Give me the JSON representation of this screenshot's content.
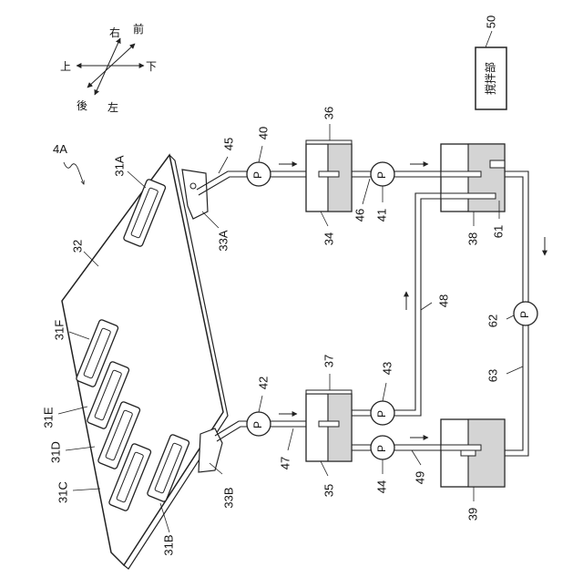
{
  "figure_label": "4A",
  "directions": {
    "up": "上",
    "down": "下",
    "right": "右",
    "left": "左",
    "front": "前",
    "back": "後"
  },
  "stirrer_box": {
    "text": "撹拌部",
    "ref": "50"
  },
  "pump_letter": "P",
  "refs": {
    "head_31A": "31A",
    "head_31B": "31B",
    "head_31C": "31C",
    "head_31D": "31D",
    "head_31E": "31E",
    "head_31F": "31F",
    "carriage": "32",
    "sub_tank_33A": "33A",
    "sub_tank_33B": "33B",
    "tank_34": "34",
    "tank_35": "35",
    "tank_36": "36",
    "tank_37": "37",
    "tank_38": "38",
    "tank_39": "39",
    "pump_40": "40",
    "pump_41": "41",
    "pump_42": "42",
    "pump_43": "43",
    "pump_44": "44",
    "tube_45": "45",
    "tube_46": "46",
    "tube_47": "47",
    "tube_48": "48",
    "tube_49": "49",
    "tube_61": "61",
    "pump_62": "62",
    "tube_63": "63"
  }
}
